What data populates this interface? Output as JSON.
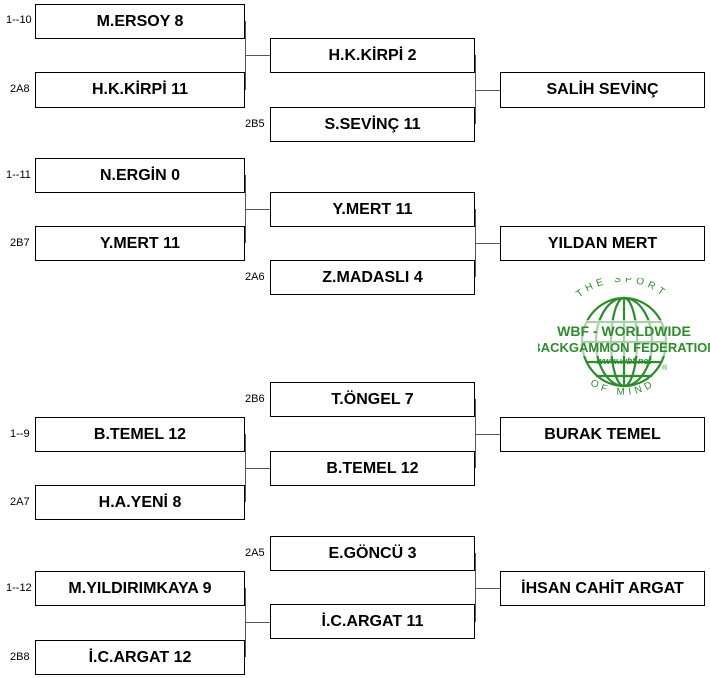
{
  "brackets": [
    {
      "r1": [
        {
          "seed": "1--10",
          "player": "M.ERSOY  8"
        },
        {
          "seed": "2A8",
          "player": "H.K.KİRPİ  11"
        }
      ],
      "r2": [
        {
          "seed": "",
          "player": "H.K.KİRPİ  2"
        },
        {
          "seed": "2B5",
          "player": "S.SEVİNÇ  11"
        }
      ],
      "winner": "SALİH SEVİNÇ"
    },
    {
      "r1": [
        {
          "seed": "1--11",
          "player": "N.ERGİN  0"
        },
        {
          "seed": "2B7",
          "player": "Y.MERT  11"
        }
      ],
      "r2": [
        {
          "seed": "",
          "player": "Y.MERT  11"
        },
        {
          "seed": "2A6",
          "player": "Z.MADASLI  4"
        }
      ],
      "winner": "YILDAN MERT"
    },
    {
      "r1": [
        {
          "seed": "1--9",
          "player": "B.TEMEL  12"
        },
        {
          "seed": "2A7",
          "player": "H.A.YENİ  8"
        }
      ],
      "r2": [
        {
          "seed": "2B6",
          "player": "T.ÖNGEL  7"
        },
        {
          "seed": "",
          "player": "B.TEMEL  12"
        }
      ],
      "winner": "BURAK TEMEL"
    },
    {
      "r1": [
        {
          "seed": "1--12",
          "player": "M.YILDIRIMKAYA  9"
        },
        {
          "seed": "2B8",
          "player": "İ.C.ARGAT  12"
        }
      ],
      "r2": [
        {
          "seed": "2A5",
          "player": "E.GÖNCÜ  3"
        },
        {
          "seed": "",
          "player": "İ.C.ARGAT  11"
        }
      ],
      "winner": "İHSAN CAHİT ARGAT"
    }
  ],
  "logo": {
    "top_arc": "THE SPORT",
    "line1": "WBF - WORLDWIDE",
    "line2": "BACKGAMMON FEDERATION",
    "url": "www.wbf.net",
    "bottom_arc": "OF MIND",
    "color": "#2e8b2e"
  }
}
